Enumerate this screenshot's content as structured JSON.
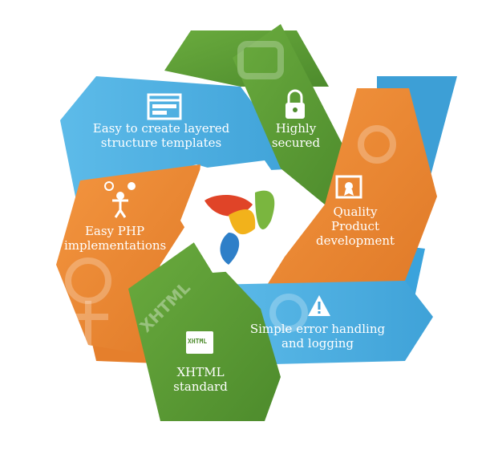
{
  "colors": {
    "green": "#5c9a36",
    "green_dark": "#3f7a26",
    "orange": "#ed8a35",
    "orange_dark": "#c96a1f",
    "blue": "#55b4e4",
    "blue_dark": "#2e8cc4",
    "center": "#ffffff"
  },
  "features": {
    "security": {
      "line1": "Highly",
      "line2": "secured",
      "icon": "lock-icon"
    },
    "templates": {
      "line1": "Easy to create layered",
      "line2": "structure templates",
      "icon": "browser-window-icon"
    },
    "quality": {
      "line1": "Quality",
      "line2": "Product",
      "line3": "development",
      "icon": "certificate-icon"
    },
    "php": {
      "line1": "Easy PHP",
      "line2": "implementations",
      "icon": "person-idea-icon"
    },
    "errors": {
      "line1": "Simple error handling",
      "line2": "and logging",
      "icon": "warning-icon"
    },
    "xhtml": {
      "line1": "XHTML",
      "line2": "standard",
      "icon": "xhtml-badge-icon",
      "badge_text": "XHTML"
    }
  },
  "decor": {
    "watermark_text": "XHTML"
  },
  "logo": {
    "name": "yii-logo"
  }
}
